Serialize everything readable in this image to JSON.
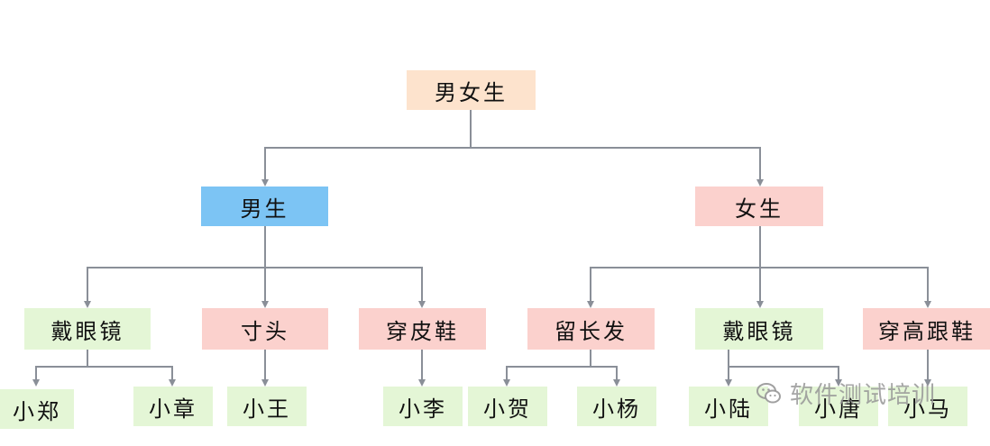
{
  "nodes": {
    "root": "男女生",
    "male": "男生",
    "female": "女生",
    "male_glasses": "戴眼镜",
    "male_crewcut": "寸头",
    "male_leather_shoes": "穿皮鞋",
    "female_long_hair": "留长发",
    "female_glasses": "戴眼镜",
    "female_high_heels": "穿高跟鞋"
  },
  "leaves": {
    "zheng": "小郑",
    "zhang": "小章",
    "wang": "小王",
    "li": "小李",
    "he": "小贺",
    "yang": "小杨",
    "lu": "小陆",
    "tang": "小唐",
    "ma": "小马"
  },
  "watermark": {
    "text": "软件测试培训",
    "icon": "wechat-icon"
  },
  "colors": {
    "root": "#fde3cd",
    "male": "#7cc4f4",
    "pink": "#fbd1cd",
    "green": "#e4f6d6",
    "line": "#8a8f98"
  }
}
